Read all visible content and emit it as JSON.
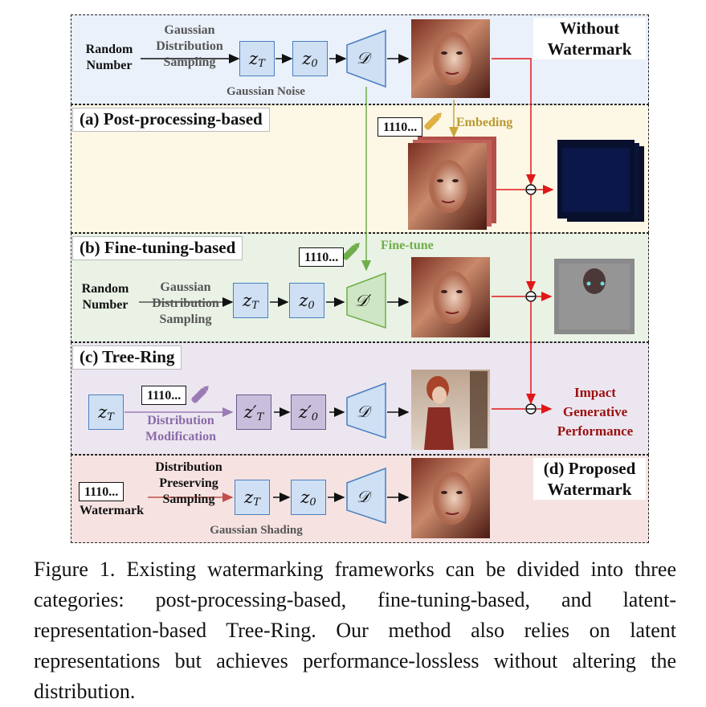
{
  "panels": {
    "top_title": "Without\nWatermark",
    "a_title": "(a) Post-processing-based",
    "b_title": "(b) Fine-tuning-based",
    "c_title": "(c) Tree-Ring",
    "d_title": "(d) Proposed\nWatermark"
  },
  "top_row": {
    "input_label": "Random\nNumber",
    "sampling_label": "Gaussian\nDistribution\nSampling",
    "noise_label": "Gaussian Noise",
    "decoder": "𝒟"
  },
  "a_row": {
    "identifier": "1110...",
    "action_label": "Embeding"
  },
  "b_row": {
    "identifier": "1110...",
    "action_label": "Fine-tune",
    "input_label": "Random\nNumber",
    "sampling_label": "Gaussian\nDistribution\nSampling",
    "decoder": "𝒟′"
  },
  "c_row": {
    "identifier": "1110...",
    "modification_label": "Distribution\nModification",
    "impact_label": "Impact\nGenerative\nPerformance",
    "decoder": "𝒟"
  },
  "d_row": {
    "identifier": "1110...",
    "input_label": "Watermark",
    "sampling_label": "Distribution\nPreserving\nSampling",
    "shading_label": "Gaussian Shading",
    "decoder": "𝒟"
  },
  "latents": {
    "zT": "z",
    "zT_sub": "T",
    "z0": "z",
    "z0_sub": "0",
    "zT_prime": "z′",
    "z0_prime": "z′"
  },
  "colors": {
    "arrow_red": "#e01818",
    "arrow_green": "#6fae4a",
    "arrow_yellow": "#c9a73a",
    "arrow_purple": "#9b7bb5",
    "impact_red": "#9b1010"
  },
  "caption": "Figure 1. Existing watermarking frameworks can be divided into three categories: post-processing-based, fine-tuning-based, and latent-representation-based Tree-Ring. Our method also relies on latent representations but achieves performance-lossless without altering the distribution."
}
